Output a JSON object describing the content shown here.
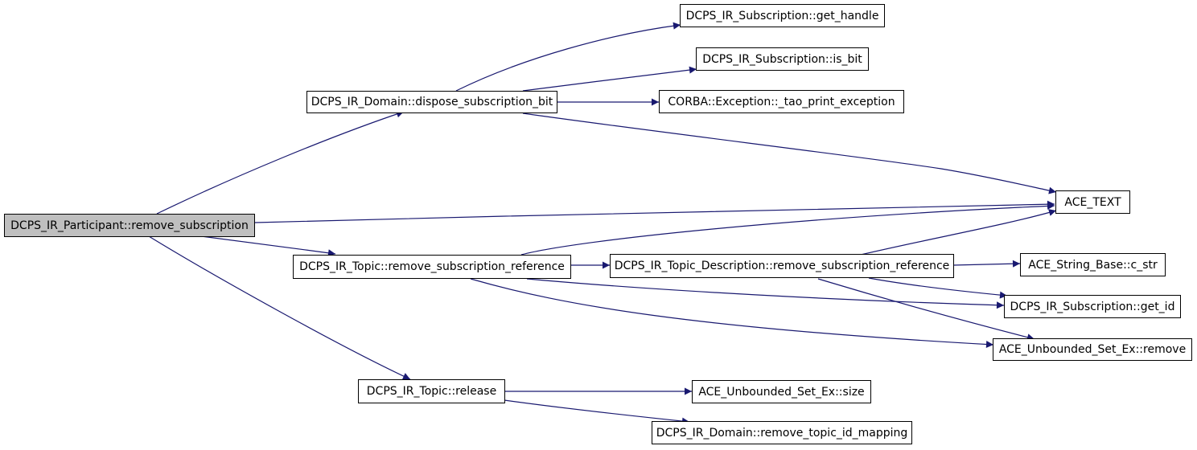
{
  "graph": {
    "edge_color": "#191970",
    "root_fill": "#bfbfbf",
    "nodes": {
      "root": "DCPS_IR_Participant::remove_subscription",
      "dispose_bit": "DCPS_IR_Domain::dispose_subscription_bit",
      "topic_remove_ref": "DCPS_IR_Topic::remove_subscription_reference",
      "topic_release": "DCPS_IR_Topic::release",
      "get_handle": "DCPS_IR_Subscription::get_handle",
      "is_bit": "DCPS_IR_Subscription::is_bit",
      "tao_print": "CORBA::Exception::_tao_print_exception",
      "ace_text": "ACE_TEXT",
      "desc_remove_ref": "DCPS_IR_Topic_Description::remove_subscription_reference",
      "c_str": "ACE_String_Base::c_str",
      "get_id": "DCPS_IR_Subscription::get_id",
      "set_remove": "ACE_Unbounded_Set_Ex::remove",
      "set_size": "ACE_Unbounded_Set_Ex::size",
      "remove_topic_id": "DCPS_IR_Domain::remove_topic_id_mapping"
    }
  }
}
